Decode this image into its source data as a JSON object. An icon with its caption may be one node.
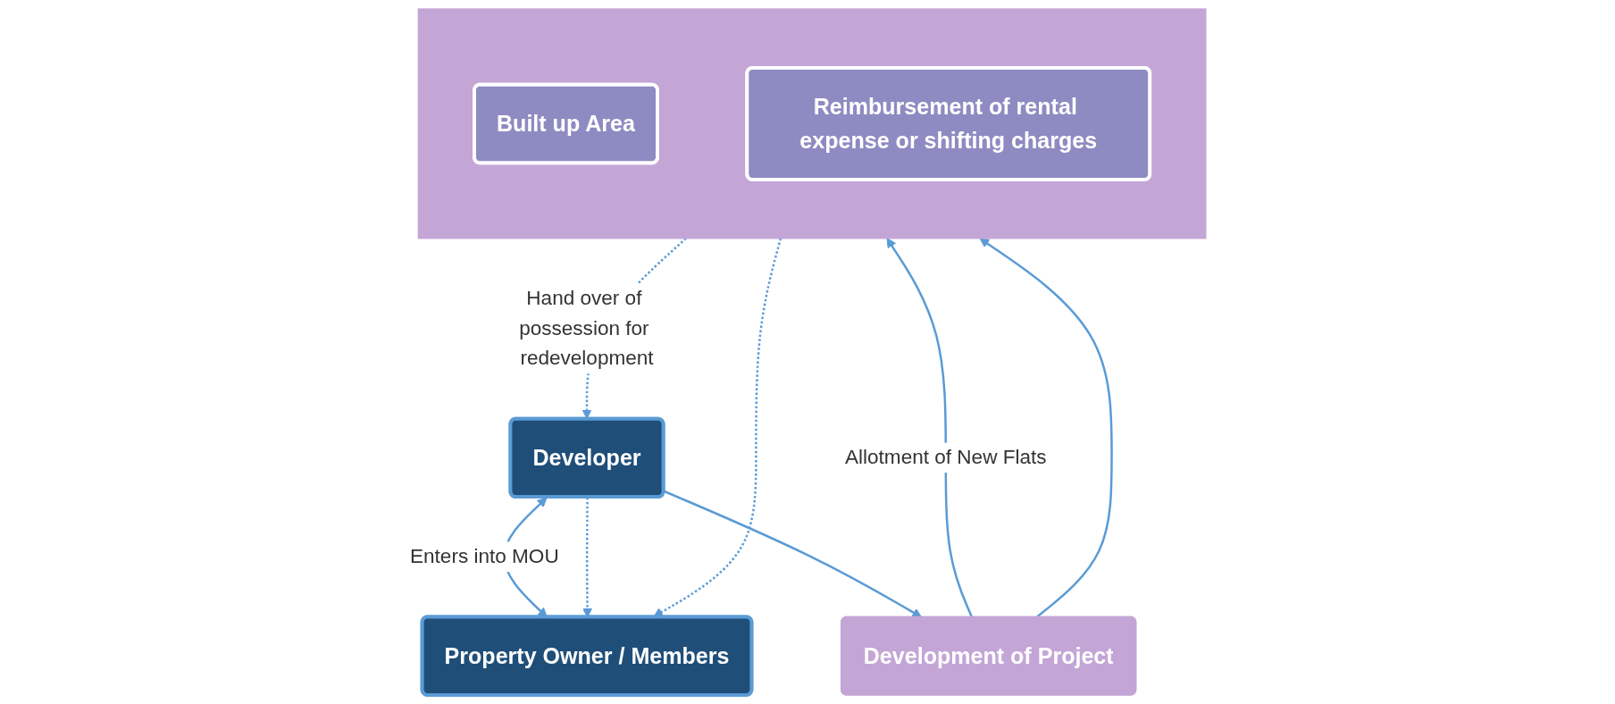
{
  "diagram": {
    "nodes": [
      {
        "text": [
          "Developer"
        ]
      },
      {
        "text": [
          "Property Owner / Members"
        ]
      },
      {
        "text": [
          "Development of Project"
        ]
      },
      {
        "text": [],
        "shape": "box"
      },
      {
        "text": [
          "Built up Area"
        ],
        "in": 3
      },
      {
        "text": [
          "Reimbursement of rental expense or shifting charges"
        ],
        "in": 3
      }
    ],
    "edges": [
      {
        "from": 0,
        "to": 1,
        "arrow": "both",
        "label": "Enters into MOU"
      },
      {
        "from": 0,
        "to": 1,
        "arrow": "to",
        "style": "dashed"
      },
      {
        "from": 0,
        "to": 2,
        "arrow": "to"
      },
      {
        "from": 3,
        "to": 0,
        "arrow": "to",
        "style": "dashed",
        "label": "Hand over of possession for redevelopment"
      },
      {
        "from": 3,
        "to": 1,
        "arrow": "to",
        "style": "dashed"
      },
      {
        "from": 2,
        "to": 3,
        "arrow": "to",
        "label": "Allotment of New Flats"
      },
      {
        "from": 2,
        "to": 3,
        "arrow": "to"
      }
    ]
  }
}
